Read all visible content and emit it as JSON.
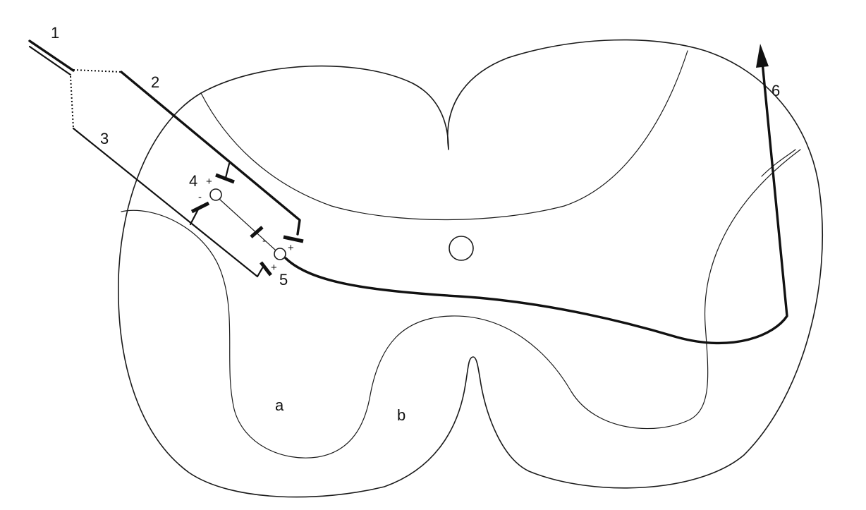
{
  "labels": {
    "n1": "1",
    "n2": "2",
    "n3": "3",
    "n4": "4",
    "n5": "5",
    "n6": "6",
    "a": "a",
    "b": "b"
  },
  "signs": {
    "plus": "+",
    "minus": "-"
  }
}
